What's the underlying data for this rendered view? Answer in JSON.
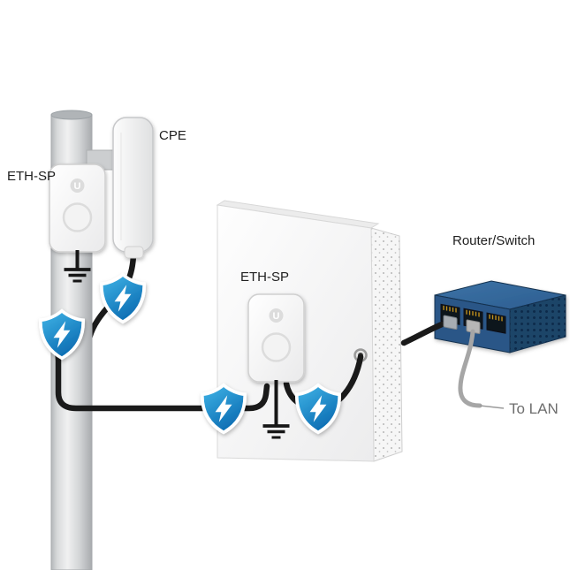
{
  "labels": {
    "eth_sp_pole": "ETH-SP",
    "cpe": "CPE",
    "eth_sp_wall": "ETH-SP",
    "router_switch": "Router/Switch",
    "to_lan": "To LAN"
  },
  "icons": {
    "surge_shield": "shield-lightning-bolt-icon",
    "ground": "ground-symbol-icon",
    "ubiquiti_logo": "u-logo-icon",
    "ethernet_port": "rj45-port-icon"
  },
  "counts": {
    "surge_shields": 4,
    "eth_sp_devices": 2,
    "ground_symbols": 2
  },
  "colors": {
    "shield_blue_light": "#41b6e8",
    "shield_blue_dark": "#0c6cb2",
    "bolt_white": "#ffffff",
    "cable_black": "#1a1a1a",
    "cable_gray": "#a6a6a6",
    "leader_gray": "#9b9b9b",
    "router_top": "#35689a",
    "router_front": "#2a5787",
    "router_side": "#1f4468",
    "port_gold": "#c9971f",
    "pole_gray": "#c6c9cc",
    "device_white": "#fafafa",
    "wall_white": "#f7f7f7",
    "label_dark": "#202020",
    "label_gray": "#6e6e6e"
  }
}
